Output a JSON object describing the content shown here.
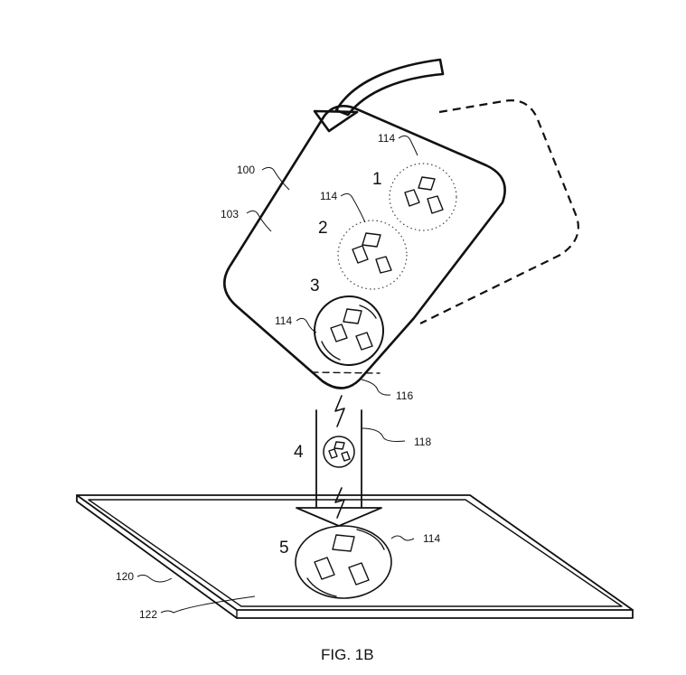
{
  "labels": {
    "device": "100",
    "display": "103",
    "group_1": "114",
    "group_2": "114",
    "group_3": "114",
    "group_5": "114",
    "edge": "116",
    "transfer": "118",
    "table": "120",
    "surface": "122"
  },
  "steps": {
    "s1": "1",
    "s2": "2",
    "s3": "3",
    "s4": "4",
    "s5": "5"
  },
  "caption": "FIG. 1B",
  "colors": {
    "ink": "#111111",
    "background": "#ffffff"
  }
}
